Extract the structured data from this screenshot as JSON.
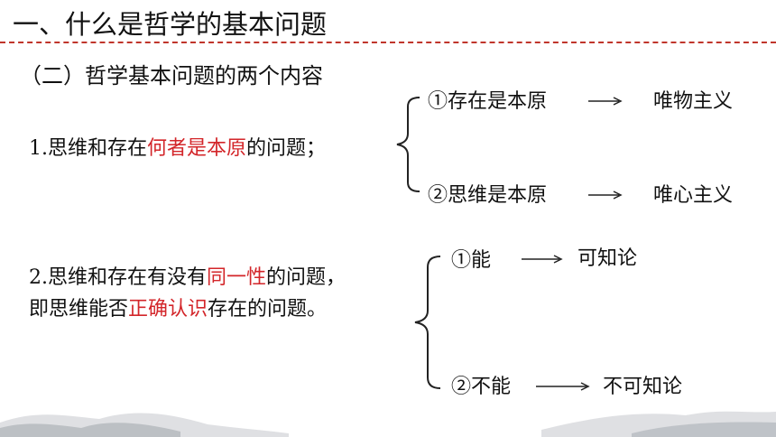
{
  "title": "一、什么是哲学的基本问题",
  "subtitle": "（二）哲学基本问题的两个内容",
  "q1": {
    "prefix": "1.思维和存在",
    "highlight": "何者是本原",
    "suffix": "的问题；",
    "options": [
      {
        "label": "①存在是本原",
        "result": "唯物主义"
      },
      {
        "label": "②思维是本原",
        "result": "唯心主义"
      }
    ]
  },
  "q2": {
    "line1_prefix": "2.思维和存在有没有",
    "line1_highlight": "同一性",
    "line1_suffix": "的问题，",
    "line2_prefix": "即思维能否",
    "line2_highlight": "正确认识",
    "line2_suffix": "存在的问题。",
    "options": [
      {
        "label": "①能",
        "result": "可知论"
      },
      {
        "label": "②不能",
        "result": "不可知论"
      }
    ]
  },
  "colors": {
    "highlight": "#d3262a",
    "divider": "#c0352b"
  }
}
